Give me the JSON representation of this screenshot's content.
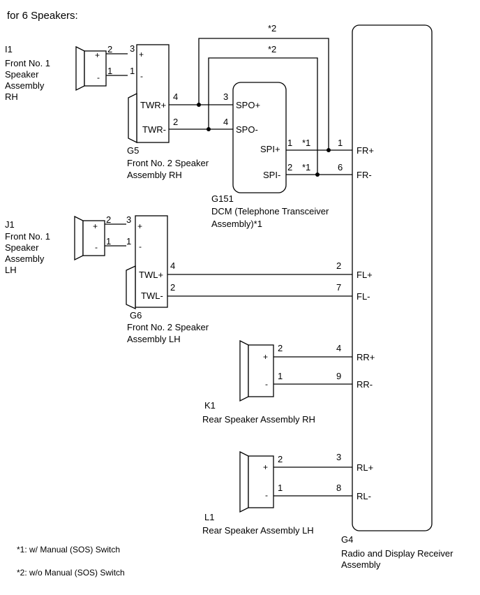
{
  "title": "for 6 Speakers:",
  "notes": {
    "note1": "*1: w/ Manual (SOS) Switch",
    "note2": "*2: w/o Manual (SOS) Switch"
  },
  "wire_notes": {
    "star1": "*1",
    "star2": "*2"
  },
  "polarity": {
    "plus": "+",
    "minus": "-"
  },
  "I1": {
    "code": "I1",
    "name_lines": [
      "Front No. 1",
      "Speaker",
      "Assembly",
      "RH"
    ],
    "pin_plus": "2",
    "pin_minus": "1"
  },
  "G5": {
    "code": "G5",
    "name_lines": [
      "Front No. 2 Speaker",
      "Assembly RH"
    ],
    "pin_in_plus": "3",
    "pin_in_minus": "1",
    "out_plus": {
      "label": "TWR+",
      "pin": "4"
    },
    "out_minus": {
      "label": "TWR-",
      "pin": "2"
    }
  },
  "G151": {
    "code": "G151",
    "name_lines": [
      "DCM (Telephone Transceiver",
      "Assembly)*1"
    ],
    "spo_plus": {
      "label": "SPO+",
      "pin": "3"
    },
    "spo_minus": {
      "label": "SPO-",
      "pin": "4"
    },
    "spi_plus": {
      "label": "SPI+",
      "pin": "1"
    },
    "spi_minus": {
      "label": "SPI-",
      "pin": "2"
    }
  },
  "J1": {
    "code": "J1",
    "name_lines": [
      "Front No. 1",
      "Speaker",
      "Assembly",
      "LH"
    ],
    "pin_plus": "2",
    "pin_minus": "1"
  },
  "G6": {
    "code": "G6",
    "name_lines": [
      "Front No. 2 Speaker",
      "Assembly LH"
    ],
    "pin_in_plus": "3",
    "pin_in_minus": "1",
    "out_plus": {
      "label": "TWL+",
      "pin": "4"
    },
    "out_minus": {
      "label": "TWL-",
      "pin": "2"
    }
  },
  "K1": {
    "code": "K1",
    "name": "Rear Speaker Assembly RH",
    "pin_plus": "2",
    "pin_minus": "1"
  },
  "L1": {
    "code": "L1",
    "name": "Rear Speaker Assembly LH",
    "pin_plus": "2",
    "pin_minus": "1"
  },
  "G4": {
    "code": "G4",
    "name_lines": [
      "Radio and Display Receiver",
      "Assembly"
    ],
    "terminals": {
      "fr_plus": {
        "label": "FR+",
        "pin": "1"
      },
      "fr_minus": {
        "label": "FR-",
        "pin": "6"
      },
      "fl_plus": {
        "label": "FL+",
        "pin": "2"
      },
      "fl_minus": {
        "label": "FL-",
        "pin": "7"
      },
      "rr_plus": {
        "label": "RR+",
        "pin": "4"
      },
      "rr_minus": {
        "label": "RR-",
        "pin": "9"
      },
      "rl_plus": {
        "label": "RL+",
        "pin": "3"
      },
      "rl_minus": {
        "label": "RL-",
        "pin": "8"
      }
    }
  }
}
